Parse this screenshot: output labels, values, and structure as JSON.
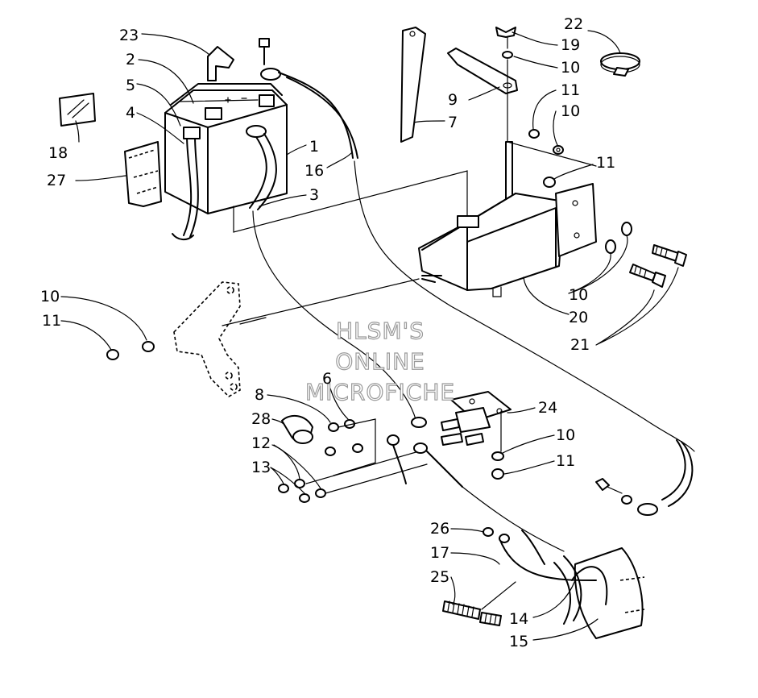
{
  "watermark": {
    "line1": "HLSM'S",
    "line2": "ONLINE",
    "line3": "MICROFICHE"
  },
  "callouts": [
    {
      "id": "c23",
      "text": "23"
    },
    {
      "id": "c2",
      "text": "2"
    },
    {
      "id": "c5",
      "text": "5"
    },
    {
      "id": "c4",
      "text": "4"
    },
    {
      "id": "c18",
      "text": "18"
    },
    {
      "id": "c27",
      "text": "27"
    },
    {
      "id": "c1",
      "text": "1"
    },
    {
      "id": "c16",
      "text": "16"
    },
    {
      "id": "c3",
      "text": "3"
    },
    {
      "id": "c7",
      "text": "7"
    },
    {
      "id": "c9",
      "text": "9"
    },
    {
      "id": "c22",
      "text": "22"
    },
    {
      "id": "c19",
      "text": "19"
    },
    {
      "id": "c10a",
      "text": "10"
    },
    {
      "id": "c11a",
      "text": "11"
    },
    {
      "id": "c10b",
      "text": "10"
    },
    {
      "id": "c11b",
      "text": "11"
    },
    {
      "id": "c10c",
      "text": "10"
    },
    {
      "id": "c20",
      "text": "20"
    },
    {
      "id": "c21",
      "text": "21"
    },
    {
      "id": "c10d",
      "text": "10"
    },
    {
      "id": "c11c",
      "text": "11"
    },
    {
      "id": "c6",
      "text": "6"
    },
    {
      "id": "c8",
      "text": "8"
    },
    {
      "id": "c28",
      "text": "28"
    },
    {
      "id": "c12",
      "text": "12"
    },
    {
      "id": "c13",
      "text": "13"
    },
    {
      "id": "c24",
      "text": "24"
    },
    {
      "id": "c10e",
      "text": "10"
    },
    {
      "id": "c11d",
      "text": "11"
    },
    {
      "id": "c26",
      "text": "26"
    },
    {
      "id": "c17",
      "text": "17"
    },
    {
      "id": "c25",
      "text": "25"
    },
    {
      "id": "c14",
      "text": "14"
    },
    {
      "id": "c15",
      "text": "15"
    }
  ]
}
